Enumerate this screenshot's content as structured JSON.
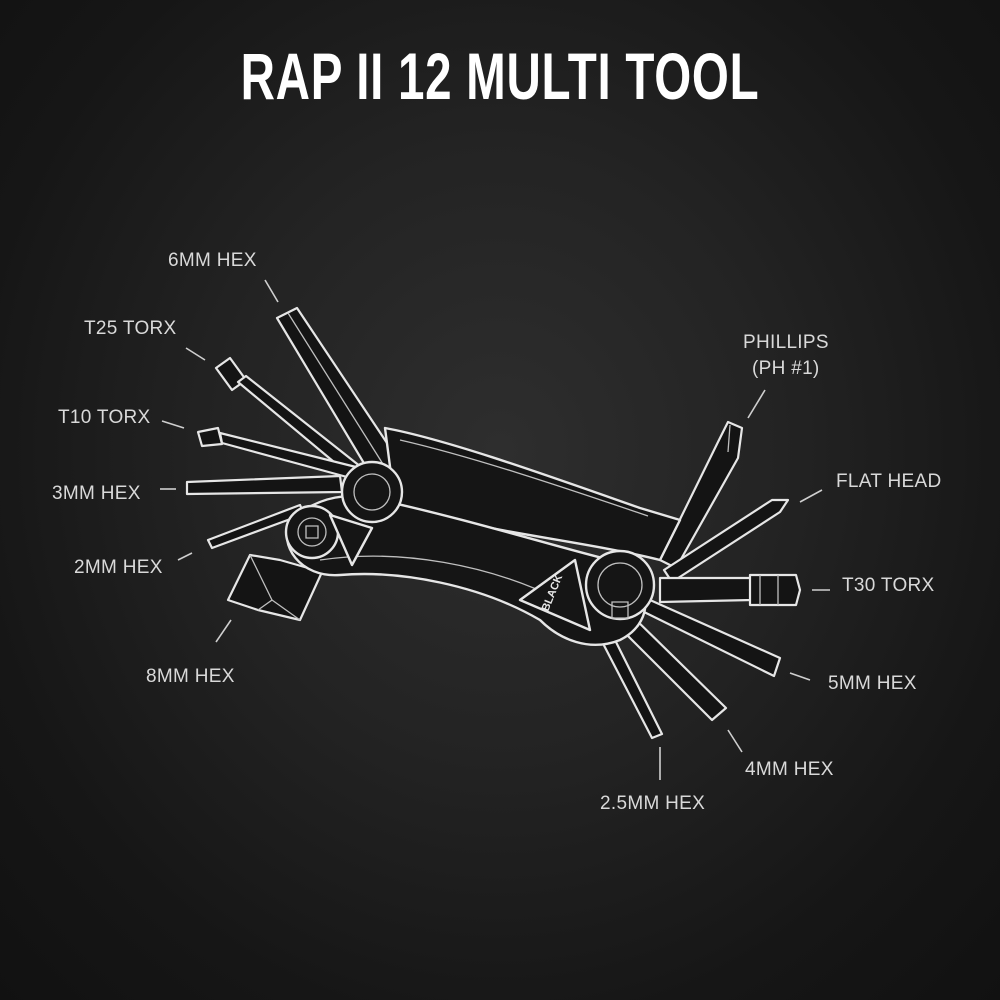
{
  "title": "RAP II 12 MULTI TOOL",
  "logo_text": "BLACK",
  "labels": {
    "hex6": "6MM HEX",
    "t25": "T25 TORX",
    "t10": "T10 TORX",
    "hex3": "3MM HEX",
    "hex2": "2MM HEX",
    "hex8": "8MM HEX",
    "phillips_line1": "PHILLIPS",
    "phillips_line2": "(PH #1)",
    "flat": "FLAT HEAD",
    "t30": "T30 TORX",
    "hex5": "5MM HEX",
    "hex4": "4MM HEX",
    "hex25": "2.5MM HEX"
  },
  "colors": {
    "background": "#1a1a1a",
    "line_art": "#e6e6e6",
    "label_text": "#d9d9d9",
    "title_text": "#ffffff"
  }
}
